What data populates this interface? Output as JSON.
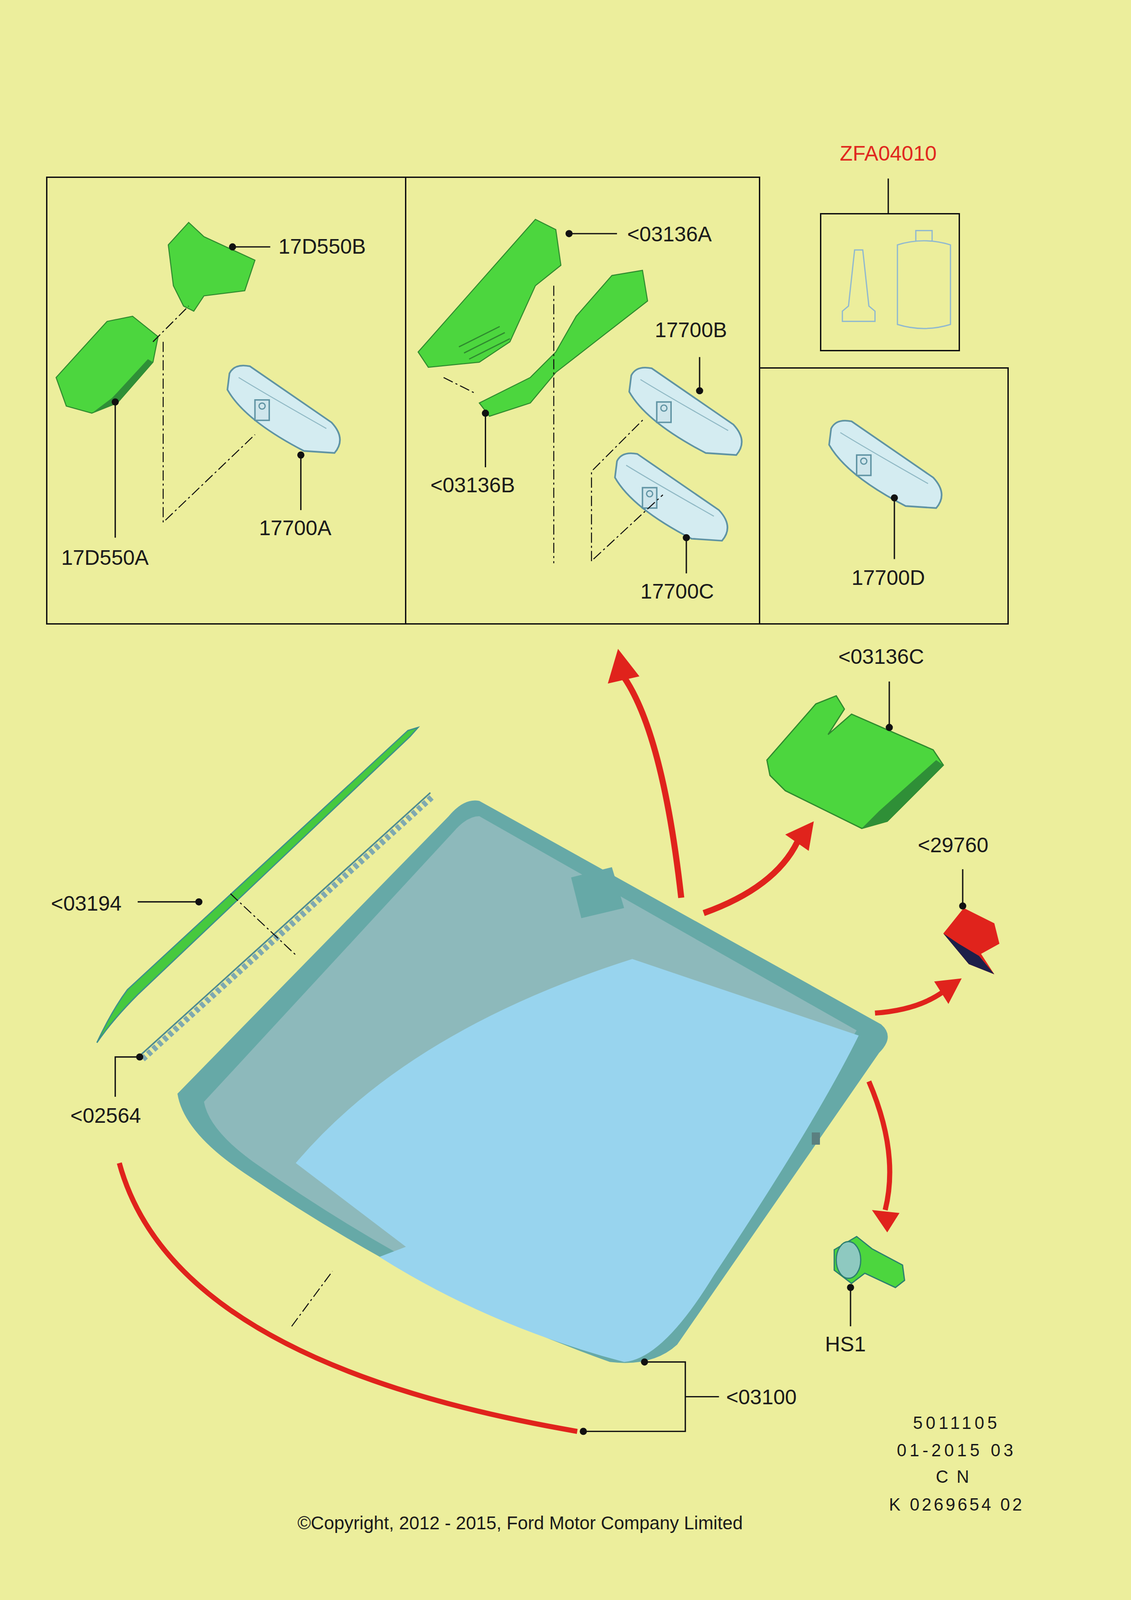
{
  "diagram": {
    "nodes": [
      {
        "text": [
          "17D550B",
          "17D550A",
          "17700A"
        ]
      },
      {
        "text": [
          "<03136A",
          "17700B",
          "<03136B",
          "17700C"
        ]
      },
      {
        "text": [
          "17700D"
        ]
      },
      {
        "text": [
          "ZFA04010"
        ]
      }
    ],
    "labels": [
      "<03136C",
      "<29760",
      "<03194",
      "<02564",
      "HS1",
      "<03100",
      "5011105",
      "01-2015 03",
      "CN",
      "K 0269654 02",
      "©Copyright, 2012 - 2015, Ford Motor Company Limited"
    ]
  }
}
